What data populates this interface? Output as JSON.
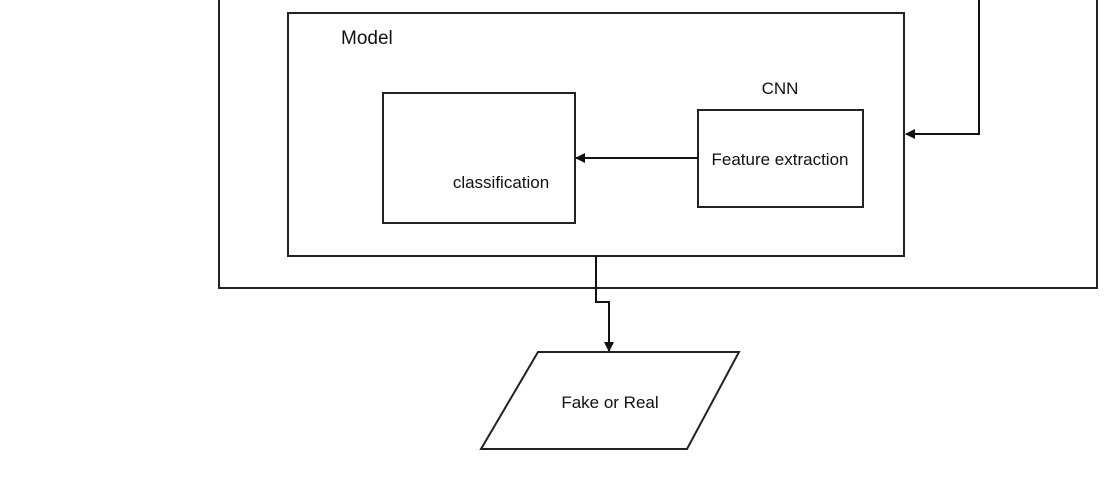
{
  "diagram": {
    "model_label": "Model",
    "cnn_label": "CNN",
    "feature_extraction_label": "Feature extraction",
    "classification_label": "classification",
    "output_label": "Fake or Real"
  }
}
